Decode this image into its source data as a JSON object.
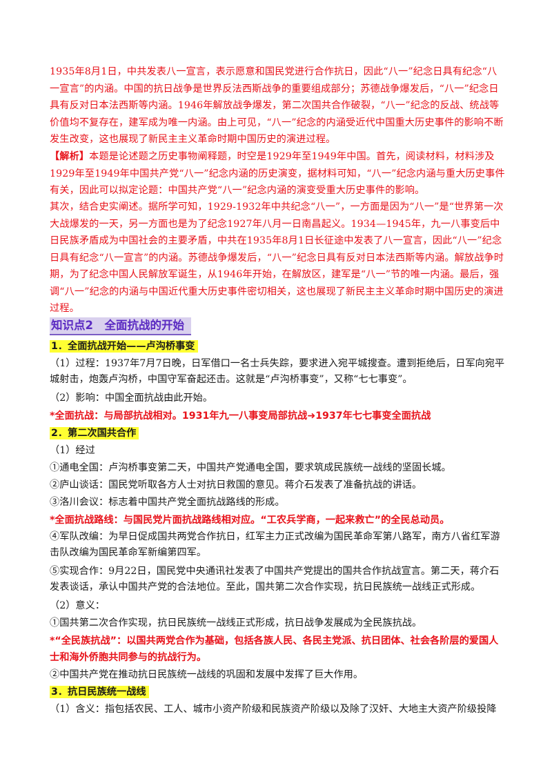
{
  "red_paragraph": "1935年8月1日，中共发表八一宣言，表示愿意和国民党进行合作抗日，因此“八一”纪念日具有纪念“八一宣言”的内涵。中国的抗日战争是世界反法西斯战争的重要组成部分；苏德战争爆发后，“八一”纪念日具有反对日本法西斯等内涵。1946年解放战争爆发，第二次国共合作破裂，“八一”纪念的反战、统战等价值均不复存在，建军成为唯一内涵。由上可见，“八一”纪念的内涵受近代中国重大历史事件的影响不断发生改变，这也展现了新民主主义革命时期中国历史的演进过程。",
  "analysis": {
    "label": "【解析】",
    "p1": "本题是论述题之历史事物阐释题，时空是1929年至1949年中国。首先，阅读材料，材料涉及1929年至1949年中国共产党“八一”纪念内涵的历史演变，据材料可知，“八一”纪念内涵与重大历史事件有关，因此可以拟定论题：中国共产党“八一”纪念内涵的演变受重大历史事件的影响。",
    "p2": "其次，结合史实阐述。据所学可知，1929-1932年中共纪念“八一”，一方面是因为“八一”是“世界第一次大战爆发的一天，另一方面也是为了纪念1927年八月一日南昌起义。1934—1945年，九一八事变后中日民族矛盾成为中国社会的主要矛盾，中共在1935年8月1日长征途中发表了八一宣言，因此“八一”纪念日具有纪念“八一宣言”的内涵。苏德战争爆发后，“八一”纪念日具有反对日本法西斯等内涵。解放战争时期，为了纪念中国人民解放军诞生，从1946年开始，在解放区，建军是“八一”节的唯一内涵。最后，强调“八一”纪念的内涵与中国近代重大历史事件密切相关，这也展现了新民主主义革命时期中国历史的演进过程。"
  },
  "knowledge_point": "知识点2　全面抗战的开始",
  "s1": {
    "title": "1．全面抗战开始——卢沟桥事变",
    "p1": "（1）过程：1937年7月7日晚，日军借口一名士兵失踪，要求进入宛平城搜查。遭到拒绝后，日军向宛平城射击，炮轰卢沟桥，中国守军奋起还击。这就是“卢沟桥事变”，又称“七七事变”。",
    "p2": "（2）影响：中国全面抗战由此开始。",
    "note": "*全面抗战：与局部抗战相对。1931年九一八事变局部抗战➜1937年七七事变全面抗战"
  },
  "s2": {
    "title": "2．第二次国共合作",
    "p1": "（1）经过",
    "i1": "①通电全国：卢沟桥事变第二天，中国共产党通电全国，要求筑成民族统一战线的坚固长城。",
    "i2": "②庐山谈话：国民党听取各方人士对抗日救国的意见。蒋介石发表了准备抗战的讲话。",
    "i3": "③洛川会议：标志着中国共产党全面抗战路线的形成。",
    "note1": "*全面抗战路线：与国民党片面抗战路线相对应。“工农兵学商，一起来救亡”的全民总动员。",
    "i4": "④军队改编：为早日促成国共两党合作抗日，红军主力正式改编为国民革命军第八路军，南方八省红军游击队改编为国民革命军新编第四军。",
    "i5": "⑤实现合作：9月22日，国民党中央通讯社发表了中国共产党提出的国共合作抗战宣言。第二天，蒋介石发表谈话，承认中国共产党的合法地位。至此，国共第二次合作实现，抗日民族统一战线正式形成。",
    "p2": "（2）意义：",
    "m1": "①国共第二次合作实现，抗日民族统一战线正式形成，抗日战争发展成为全民族抗战。",
    "note2": "*“全民族抗战”：以国共两党合作为基础，包括各族人民、各民主党派、抗日团体、社会各阶层的爱国人士和海外侨胞共同参与的抗战行为。",
    "m2": "②中国共产党在推动抗日民族统一战线的巩固和发展中发挥了巨大作用。"
  },
  "s3": {
    "title": "3．抗日民族统一战线",
    "p1": "（1）含义：指包括农民、工人、城市小资产阶级和民族资产阶级以及除了汉奸、大地主大资产阶级投降"
  },
  "colors": {
    "red": "#e8131b",
    "highlight": "#ffff33",
    "kp_bg": "#d9d0ee",
    "kp_text": "#5b2bc2"
  }
}
